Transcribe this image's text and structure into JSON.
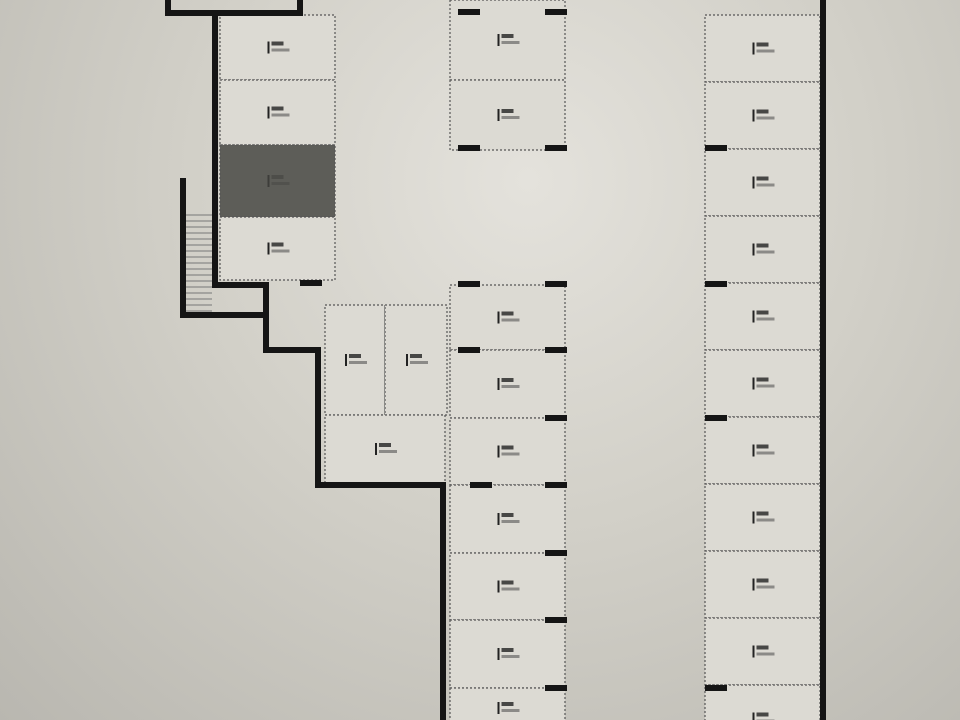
{
  "colors": {
    "wall": "#151515",
    "unit_fill": "#dcdad3",
    "unit_highlight": "#5d5d58",
    "divider": "#555",
    "label_mark": "#222",
    "paper": "#d4d2ca"
  },
  "plan": {
    "type": "storage-unit floor plan",
    "highlighted_unit": "left-3",
    "units": [
      {
        "id": "left-1",
        "column": "left"
      },
      {
        "id": "left-2",
        "column": "left"
      },
      {
        "id": "left-3",
        "column": "left"
      },
      {
        "id": "left-4",
        "column": "left"
      },
      {
        "id": "mid-1",
        "column": "middle"
      },
      {
        "id": "mid-2",
        "column": "middle"
      },
      {
        "id": "mid-3",
        "column": "middle"
      },
      {
        "id": "mid-4",
        "column": "middle"
      },
      {
        "id": "mid-5",
        "column": "middle"
      },
      {
        "id": "mid-6",
        "column": "middle"
      },
      {
        "id": "mid-7",
        "column": "middle"
      },
      {
        "id": "mid-8",
        "column": "middle"
      },
      {
        "id": "mid-9",
        "column": "middle"
      },
      {
        "id": "small-1",
        "column": "inner"
      },
      {
        "id": "small-2",
        "column": "inner"
      },
      {
        "id": "small-3",
        "column": "inner"
      },
      {
        "id": "right-1",
        "column": "right"
      },
      {
        "id": "right-2",
        "column": "right"
      },
      {
        "id": "right-3",
        "column": "right"
      },
      {
        "id": "right-4",
        "column": "right"
      },
      {
        "id": "right-5",
        "column": "right"
      },
      {
        "id": "right-6",
        "column": "right"
      },
      {
        "id": "right-7",
        "column": "right"
      },
      {
        "id": "right-8",
        "column": "right"
      },
      {
        "id": "right-9",
        "column": "right"
      },
      {
        "id": "right-10",
        "column": "right"
      },
      {
        "id": "right-11",
        "column": "right"
      }
    ]
  }
}
